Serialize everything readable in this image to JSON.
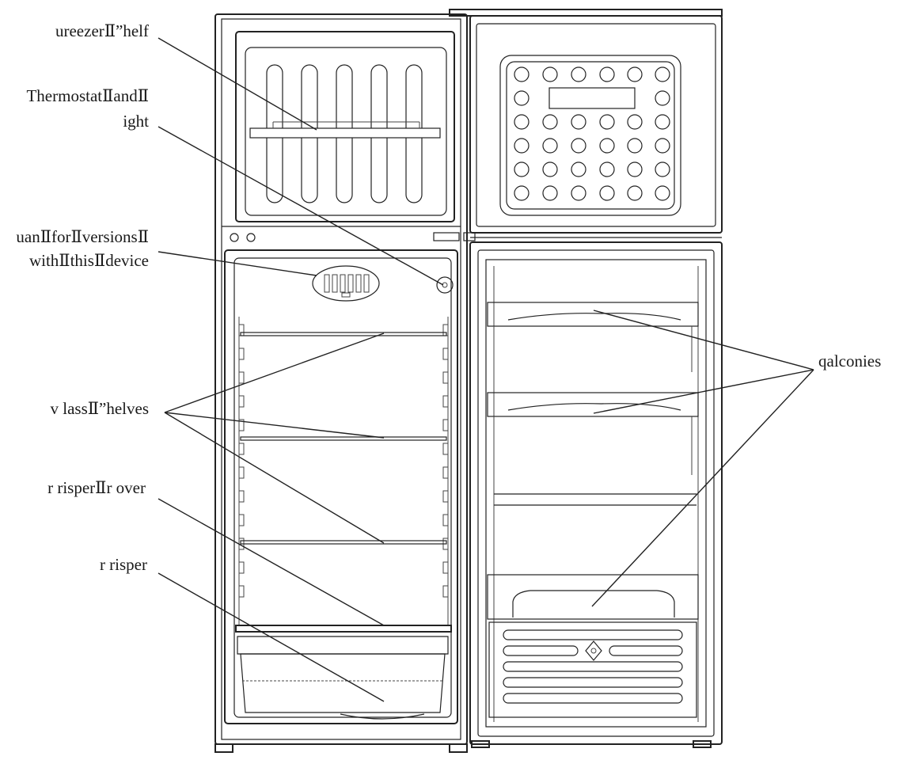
{
  "diagram": {
    "labels": {
      "freezer_shelf": "ureezerⅡ”helf",
      "thermostat_line1": "ThermostatⅡandⅡ",
      "thermostat_line2": "ight",
      "fan_line1": "uanⅡforⅡversionsⅡ",
      "fan_line2": "withⅡthisⅡdevice",
      "glass_shelves": "v lassⅡ”helves",
      "crisper_cover": "r risperⅡr over",
      "crisper": "r risper",
      "balconies": "qalconies"
    }
  }
}
